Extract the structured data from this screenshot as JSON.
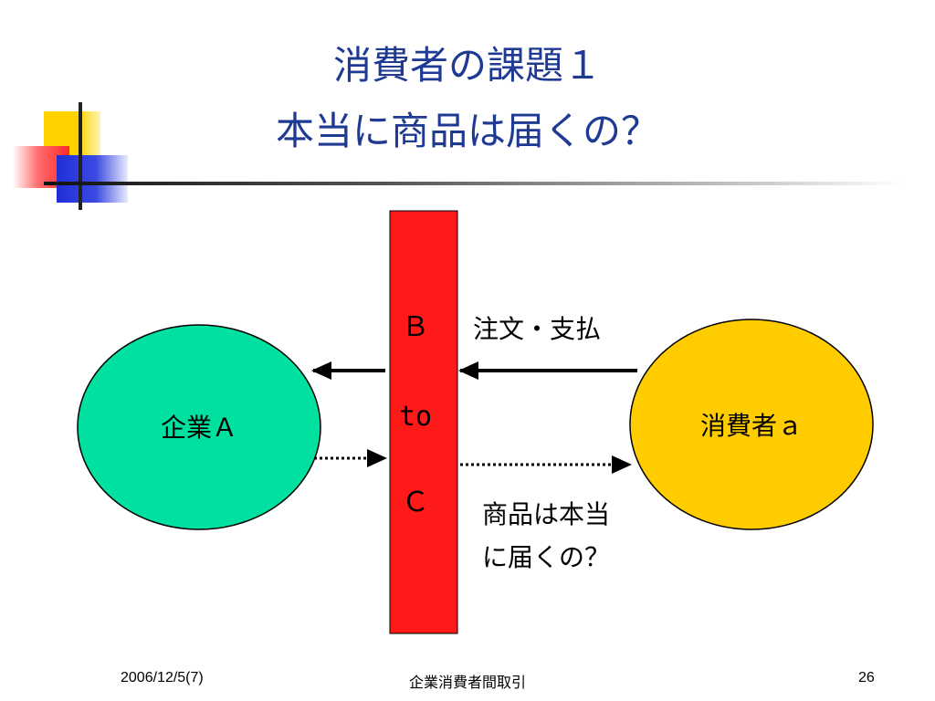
{
  "slide": {
    "title_line1": "消費者の課題１",
    "title_line2": "本当に商品は届くの？"
  },
  "diagram": {
    "company": {
      "label": "企業Ａ",
      "color": "#00e0a0"
    },
    "consumer": {
      "label": "消費者ａ",
      "color": "#ffcc00"
    },
    "bar": {
      "label_top": "Ｂ",
      "label_mid": "to",
      "label_bottom": "Ｃ",
      "color": "#ff1a1a"
    },
    "arrow_label_top": "注文・支払",
    "arrow_label_bottom_1": "商品は本当",
    "arrow_label_bottom_2": "に届くの？"
  },
  "footer": {
    "date": "2006/12/5(7)",
    "subject": "企業消費者間取引",
    "page_number": "26"
  }
}
